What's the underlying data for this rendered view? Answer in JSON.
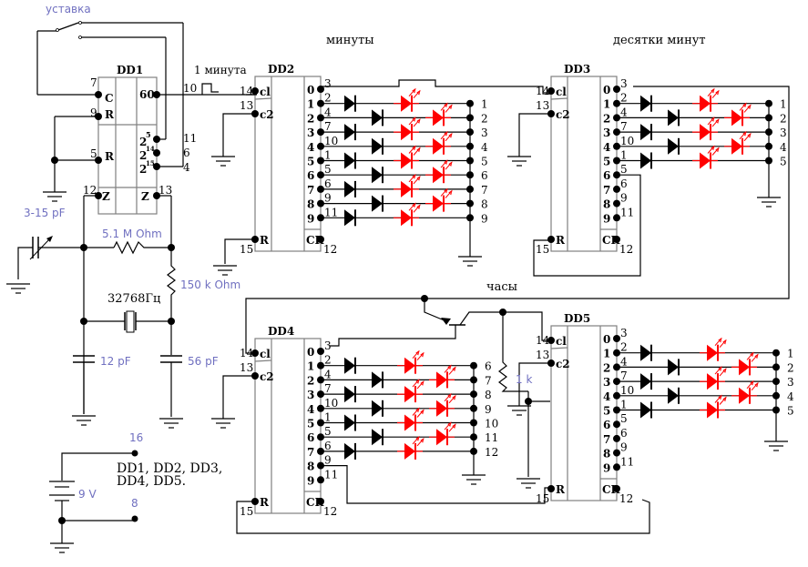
{
  "labels": {
    "setting": "уставка",
    "one_minute": "1 минута",
    "minutes": "минуты",
    "tens_of_minutes": "десятки минут",
    "hours": "часы",
    "crystal": "32768Гц",
    "power_chips_line1": "DD1, DD2, DD3,",
    "power_chips_line2": "DD4, DD5."
  },
  "components": {
    "trimmer_cap": "3-15 pF",
    "r1": "5.1 M Ohm",
    "r2": "150 k Ohm",
    "c1": "12 pF",
    "c2": "56 pF",
    "battery": "9 V",
    "r3": "1 k",
    "vcc_pin": "16",
    "gnd_pin": "8"
  },
  "chips": {
    "dd1": {
      "name": "DD1",
      "pins": {
        "c": "C",
        "r1": "R",
        "r2": "R",
        "z1": "Z",
        "z2": "Z",
        "out60": "60",
        "q5": "2",
        "q5e": "5",
        "q14": "2",
        "q14e": "14",
        "q15": "2",
        "q15e": "15"
      },
      "pinnums": {
        "p7": "7",
        "p9": "9",
        "p5": "5",
        "p12": "12",
        "p13": "13",
        "p10": "10",
        "p11": "11",
        "p6": "6",
        "p4": "4"
      }
    },
    "dd2": {
      "name": "DD2"
    },
    "dd3": {
      "name": "DD3"
    },
    "dd4": {
      "name": "DD4"
    },
    "dd5": {
      "name": "DD5"
    },
    "counter_pins": {
      "cl": "cl",
      "c2": "c2",
      "r": "R",
      "cr": "CR",
      "p14": "14",
      "p13": "13",
      "p15": "15",
      "p12": "12",
      "outputs": [
        "0",
        "1",
        "2",
        "3",
        "4",
        "5",
        "6",
        "7",
        "8",
        "9"
      ],
      "out_pinnums": [
        "3",
        "2",
        "4",
        "7",
        "10",
        "1",
        "5",
        "6",
        "9",
        "11"
      ]
    }
  },
  "displays": {
    "minutes_segments": [
      "1",
      "2",
      "3",
      "4",
      "5",
      "6",
      "7",
      "8",
      "9"
    ],
    "tens_segments": [
      "1",
      "2",
      "3",
      "4",
      "5"
    ],
    "hours_dd4_segments": [
      "6",
      "7",
      "8",
      "9",
      "10",
      "11",
      "12"
    ],
    "hours_dd5_segments": [
      "1",
      "2",
      "3",
      "4",
      "5"
    ]
  },
  "colors": {
    "wire": "#000000",
    "chip_outline": "#808080",
    "led": "#ff0000",
    "component_label": "#7070c0"
  }
}
